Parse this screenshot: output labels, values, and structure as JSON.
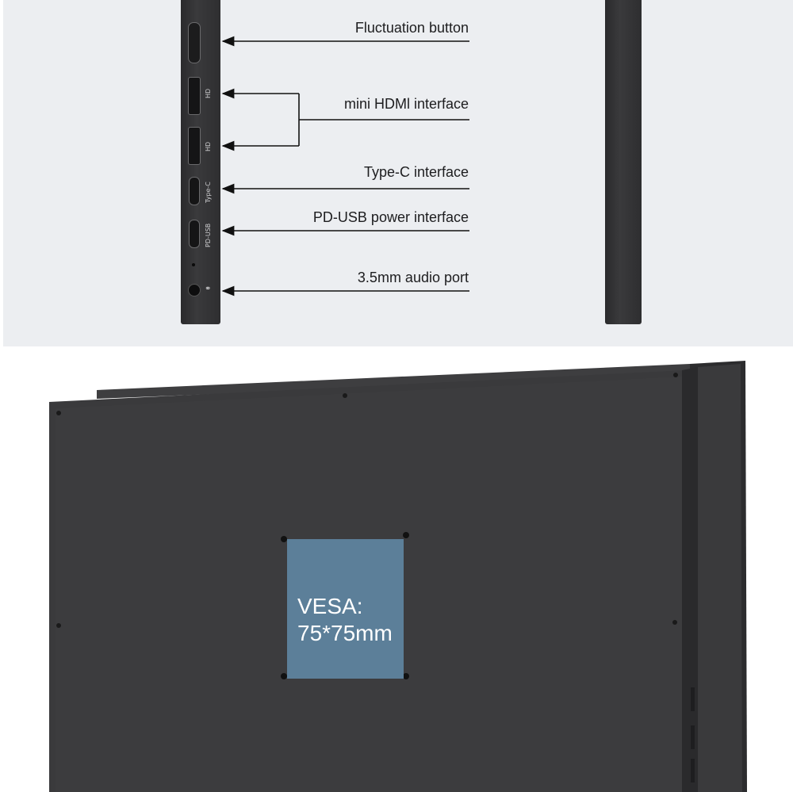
{
  "callouts": {
    "fluctuation": "Fluctuation button",
    "hdmi": "mini HDMl interface",
    "typec": "Type-C interface",
    "pdusb": "PD-USB power interface",
    "audio": "3.5mm audio port"
  },
  "port_labels": {
    "hd1": "HD",
    "hd2": "HD",
    "typec": "Type-C",
    "pdusb": "PD-USB"
  },
  "vesa": {
    "line1": "VESA:",
    "line2": "75*75mm"
  },
  "colors": {
    "top_background": "#eceef1",
    "vesa_box": "#5c7f99",
    "monitor_body": "#3a3a3c"
  }
}
